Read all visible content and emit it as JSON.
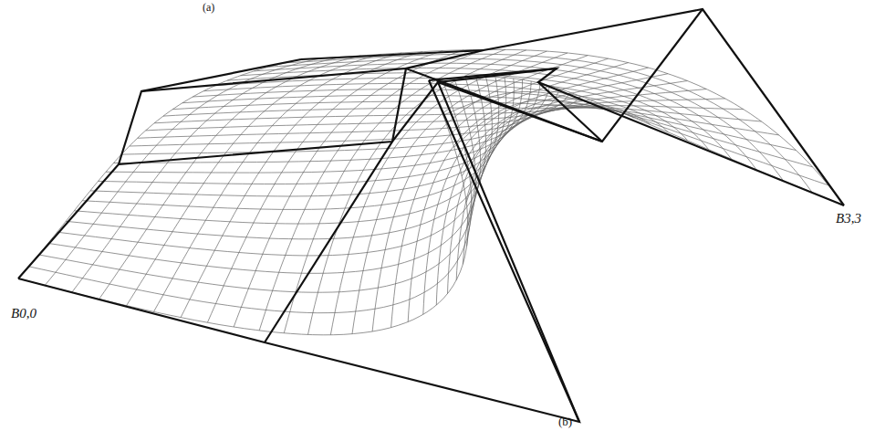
{
  "diagram": {
    "labels": [
      "(a)",
      "B0,0",
      "B3,3",
      "(b)"
    ]
  }
}
